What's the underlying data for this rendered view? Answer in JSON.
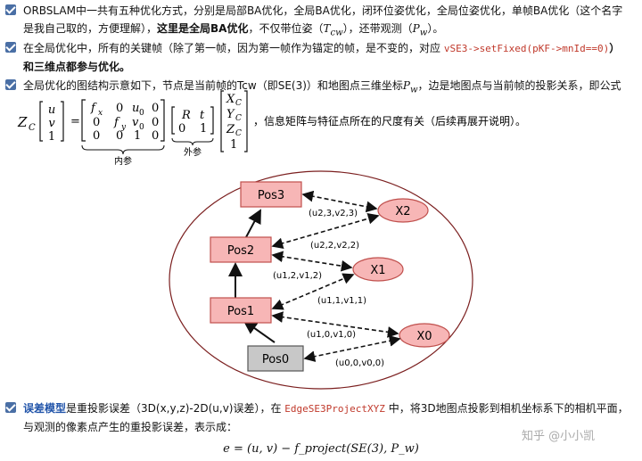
{
  "items": [
    {
      "p1": "ORBSLAM中一共有五种优化方式，分别是局部BA优化，全局BA优化，闭环位姿优化，全局位姿优化，单帧BA优化（这个名字是我自己取的，方便理解），",
      "bold": "这里是全局BA优化",
      "p2": "，不仅带位姿（",
      "tcw": "T",
      "tcw_sub": "cw",
      "p3": "），还带观测（",
      "pw": "P",
      "pw_sub": "w",
      "p4": "）。"
    },
    {
      "p1": "在全局优化中，所有的关键帧（除了第一帧，因为第一帧作为锚定的帧，是不变的，对应 ",
      "code": "vSE3->setFixed(pKF->mnId==0)",
      "p2": "）和三维点都参与优化。"
    },
    {
      "p1": "全局优化的图结构示意如下，节点是当前帧的Tcw（即SE(3)）和地图点三维坐标",
      "pw": "P",
      "pw_sub": "w",
      "p2": "，边是地图点与当前帧的投影关系，即公式",
      "after": "，信息矩阵与特征点所在的尺度有关（后续再展开说明）。"
    },
    {
      "bold": "误差模型",
      "p1": "是重投影误差（3D(x,y,z)-2D(u,v)误差），在 ",
      "code": "EdgeSE3ProjectXYZ",
      "p2": " 中，将3D地图点投影到相机坐标系下的相机平面，与观测的像素点产生的重投影误差，表示成："
    }
  ],
  "matrix": {
    "zc": "Z",
    "zc_sub": "C",
    "uvec": [
      "u",
      "v",
      "1"
    ],
    "eq": "=",
    "K": [
      [
        "f",
        "0",
        "u",
        "0"
      ],
      [
        "0",
        "f",
        "v",
        "0"
      ],
      [
        "0",
        "0",
        "1",
        "0"
      ]
    ],
    "K_labels": {
      "fx_sub": "x",
      "fy_sub": "y",
      "u0_sub": "0",
      "v0_sub": "0"
    },
    "RT": [
      [
        "R",
        "t"
      ],
      [
        "0",
        "1"
      ]
    ],
    "X": [
      "X",
      "Y",
      "Z",
      "1"
    ],
    "X_sub": "C",
    "label_in": "内参",
    "label_ex": "外参"
  },
  "diagram": {
    "poses": [
      "Pos3",
      "Pos2",
      "Pos1",
      "Pos0"
    ],
    "points": [
      "X2",
      "X1",
      "X0"
    ],
    "edges": [
      "(u2,3,v2,3)",
      "(u2,2,v2,2)",
      "(u1,2,v1,2)",
      "(u1,1,v1,1)",
      "(u1,0,v1,0)",
      "(u0,0,v0,0)"
    ],
    "colors": {
      "pose_fill": "#f7b6b6",
      "pose_stroke": "#c0504d",
      "fixed_fill": "#c8c8c8",
      "circle": "#7b1f1f"
    }
  },
  "formula": "e = (u, v) − f_project(SE(3), P_w)",
  "watermark": "知乎 @小小凯"
}
